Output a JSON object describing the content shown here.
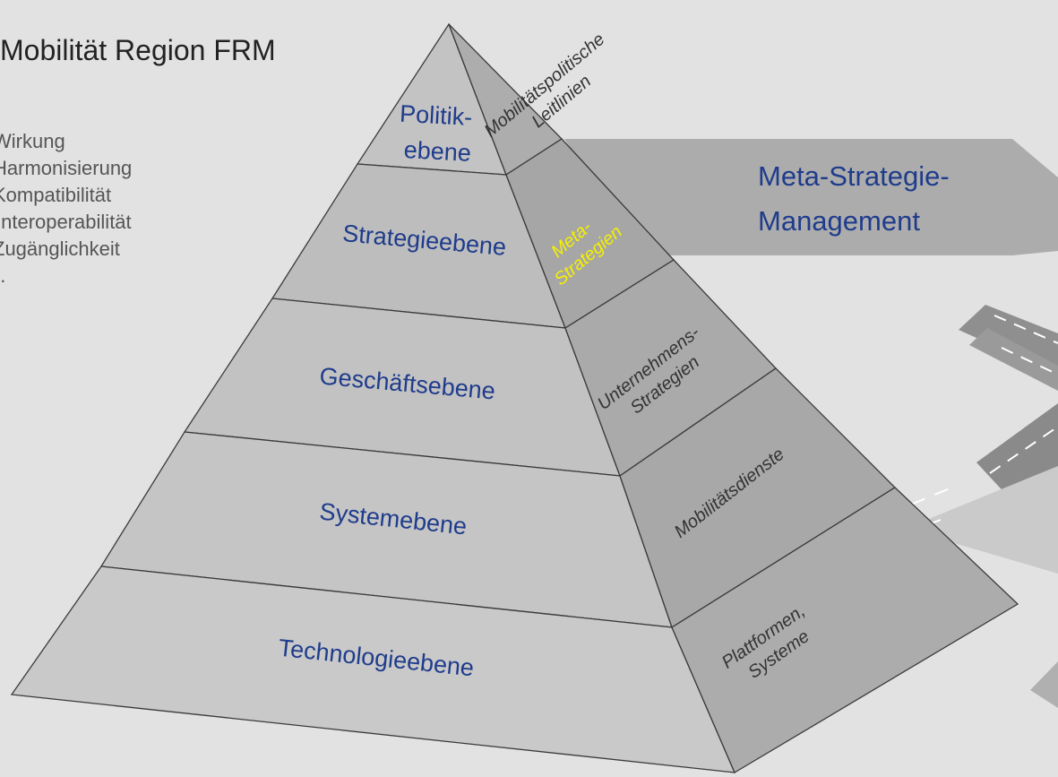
{
  "title": "Mobilität Region FRM",
  "goals": [
    "Wirkung",
    "Harmonisierung",
    "Kompatibilität",
    "Interoperabilität",
    "Zugänglichkeit",
    "..."
  ],
  "pyramid": {
    "levels": [
      "Politik-\nebene",
      "Strategieebene",
      "Geschäftsebene",
      "Systemebene",
      "Technologieebene"
    ],
    "side": [
      "Mobilitätspolitische\nLeitlinien",
      "Meta-\nStrategien",
      "Unternehmens-\nStrategien",
      "Mobilitätsdienste",
      "Plattformen,\nSysteme"
    ]
  },
  "arrow_label": "Meta-Strategie-\nManagement",
  "colors": {
    "level_text": "#1f3c8c",
    "side_text": "#333333",
    "highlight": "#f5f000",
    "front_face": "#bfbfbf",
    "side_face": "#a7a7a7",
    "arrow": "#acacac"
  }
}
